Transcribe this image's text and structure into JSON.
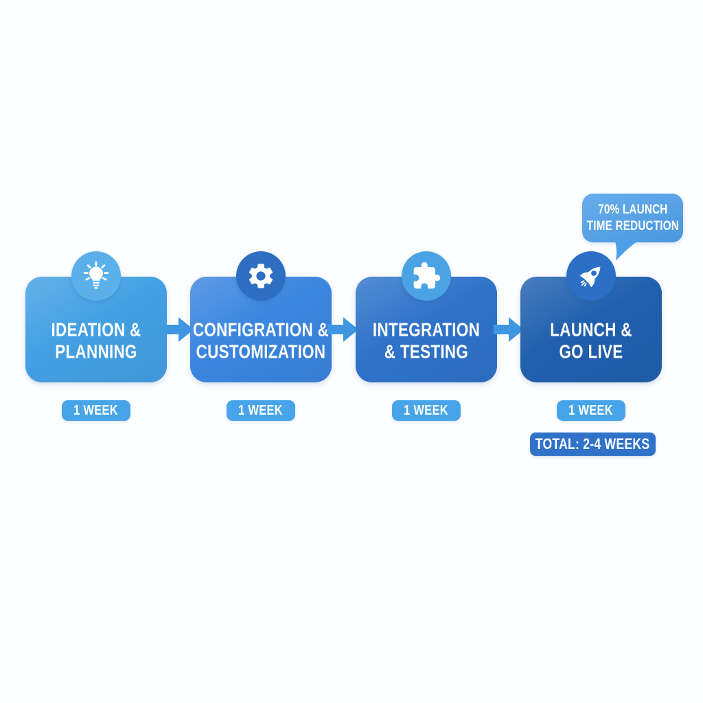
{
  "canvas": {
    "background": "#fdfeff"
  },
  "stages": [
    {
      "title_line1": "IDEATION &",
      "title_line2": "PLANNING",
      "duration": "1 WEEK",
      "icon": "lightbulb-icon",
      "box_color": "#44a0e3",
      "circle_color": "#5bb0e9"
    },
    {
      "title_line1": "CONFIGRATION &",
      "title_line2": "CUSTOMIZATION",
      "duration": "1 WEEK",
      "icon": "gear-icon",
      "box_color": "#3b86df",
      "circle_color": "#2e6fc2"
    },
    {
      "title_line1": "INTEGRATION",
      "title_line2": "& TESTING",
      "duration": "1 WEEK",
      "icon": "puzzle-icon",
      "box_color": "#2f73c9",
      "circle_color": "#4ba3e6"
    },
    {
      "title_line1": "LAUNCH &",
      "title_line2": "GO LIVE",
      "duration": "1 WEEK",
      "icon": "rocket-icon",
      "box_color": "#2160ae",
      "circle_color": "#2b70c6"
    }
  ],
  "callout": {
    "line1": "70% LAUNCH",
    "line2": "TIME REDUCTION",
    "bubble_color": "#4d9fe8"
  },
  "total_badge": {
    "label": "TOTAL: 2-4 WEEKS",
    "color": "#2f72c7"
  },
  "week_badge": {
    "color": "#47a4e8",
    "text_color": "#ffffff"
  },
  "arrow": {
    "color": "#3f97e2"
  }
}
